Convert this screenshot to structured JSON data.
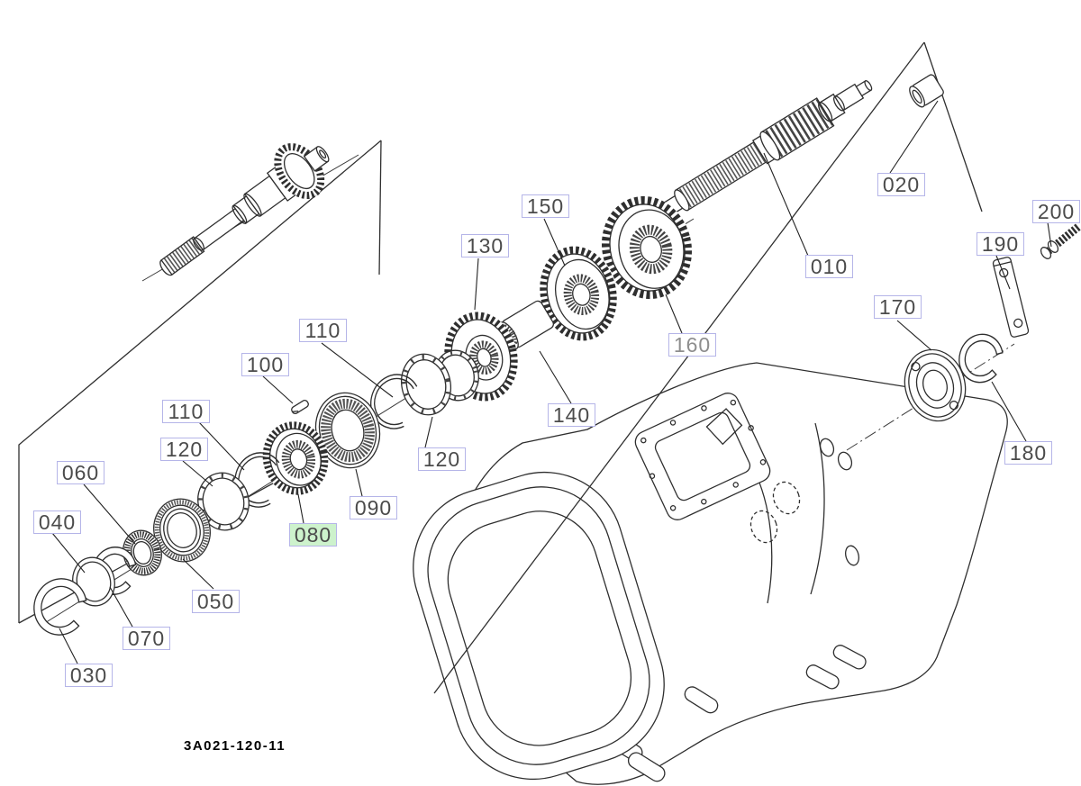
{
  "diagram": {
    "drawing_code": "3A021-120-11",
    "highlighted_label": "080",
    "colors": {
      "label_border": "#b5b5e8",
      "label_text": "#4b4b4b",
      "label_text_dim": "#8e8e8e",
      "highlight_bg": "#cdf2cc",
      "line_art": "#2f2f2f",
      "background": "#ffffff"
    },
    "labels": [
      {
        "text": "010"
      },
      {
        "text": "020"
      },
      {
        "text": "030"
      },
      {
        "text": "040"
      },
      {
        "text": "050"
      },
      {
        "text": "060"
      },
      {
        "text": "070"
      },
      {
        "text": "080"
      },
      {
        "text": "090"
      },
      {
        "text": "100"
      },
      {
        "text": "110"
      },
      {
        "text": "110"
      },
      {
        "text": "120"
      },
      {
        "text": "120"
      },
      {
        "text": "130"
      },
      {
        "text": "140"
      },
      {
        "text": "150"
      },
      {
        "text": "160"
      },
      {
        "text": "170"
      },
      {
        "text": "180"
      },
      {
        "text": "190"
      },
      {
        "text": "200"
      }
    ]
  }
}
